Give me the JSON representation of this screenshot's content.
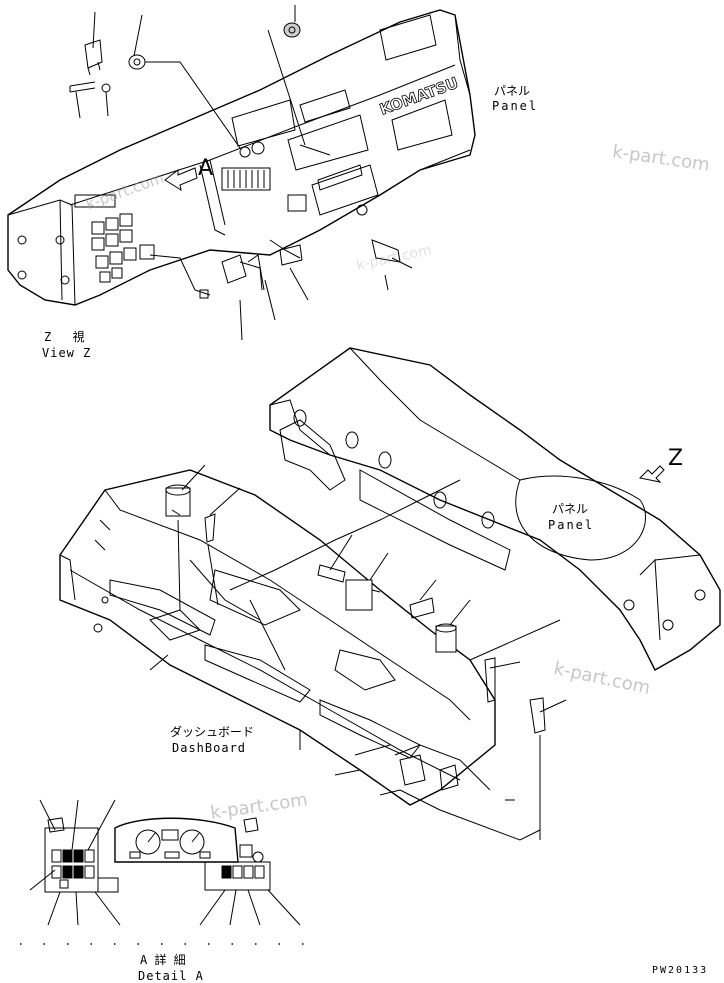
{
  "labels": {
    "panel_jp_top": "パネル",
    "panel_en_top": "Panel",
    "view_z_jp": "Z 視",
    "view_z_en": "View Z",
    "panel_jp_mid": "パネル",
    "panel_en_mid": "Panel",
    "dashboard_jp": "ダッシュボード",
    "dashboard_en": "DashBoard",
    "detail_a_jp": "A 詳 細",
    "detail_a_en": "Detail A",
    "drawing_no": "PW20133",
    "arrow_a": "A",
    "arrow_z": "Z",
    "brand": "KOMATSU"
  },
  "watermarks": [
    "k-part.com",
    "k-part.com",
    "k-part.com",
    "k-part.com",
    "k-part.com"
  ]
}
